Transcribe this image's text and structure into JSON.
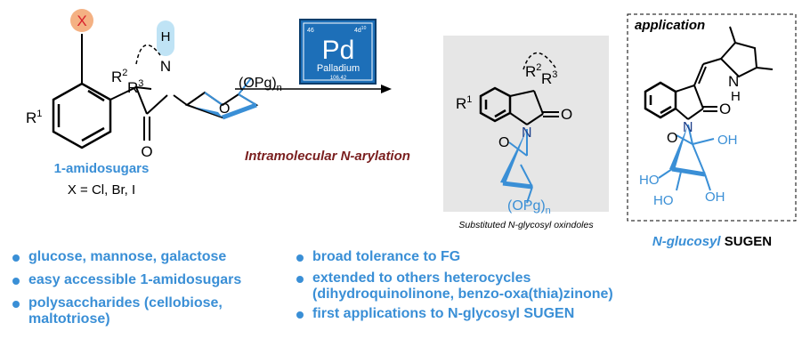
{
  "colors": {
    "blue": "#3a8fd6",
    "dark_red": "#7a1f1f",
    "pd_blue": "#1d6fb8",
    "highlight_orange": "#f4b183",
    "highlight_blue": "#bfe3f5",
    "panel_grey": "#e6e6e6"
  },
  "left": {
    "x_atom": "X",
    "r1": "R",
    "r1_sup": "1",
    "r2": "R",
    "r2_sup": "2",
    "r3": "R",
    "r3_sup": "3",
    "h": "H",
    "n": "N",
    "o": "O",
    "opg": "(OPg)",
    "opg_sub": "n",
    "name": "1-amidosugars",
    "halogens": "X = Cl, Br, I"
  },
  "pd_tile": {
    "number": "46",
    "config": "4d",
    "config_sup": "10",
    "symbol": "Pd",
    "name": "Palladium",
    "mass": "106.42"
  },
  "arrow_label": "Intramolecular N-arylation",
  "product": {
    "r1": "R",
    "r1_sup": "1",
    "r2": "R",
    "r2_sup": "2",
    "r3": "R",
    "r3_sup": "3",
    "o_carbonyl": "O",
    "n": "N",
    "o_ring": "O",
    "opg": "(OPg)",
    "opg_sub": "n",
    "caption_a": "Substituted ",
    "caption_n": "N",
    "caption_b": "-glycosyl oxindoles"
  },
  "application": {
    "title": "application",
    "nh": "N",
    "h": "H",
    "o": "O",
    "n": "N",
    "o_ring": "O",
    "oh1": "OH",
    "oh2": "HO",
    "oh3": "HO",
    "oh4": "OH",
    "caption_a": "N-glucosyl",
    "caption_b": " SUGEN"
  },
  "bullets_left": [
    "glucose, mannose, galactose",
    "easy accessible 1-amidosugars",
    "polysaccharides (cellobiose, maltotriose)"
  ],
  "bullets_right": [
    "broad tolerance to FG",
    "extended to others heterocycles (dihydroquinolinone, benzo-oxa(thia)zinone)",
    "first applications to N-glycosyl SUGEN"
  ]
}
